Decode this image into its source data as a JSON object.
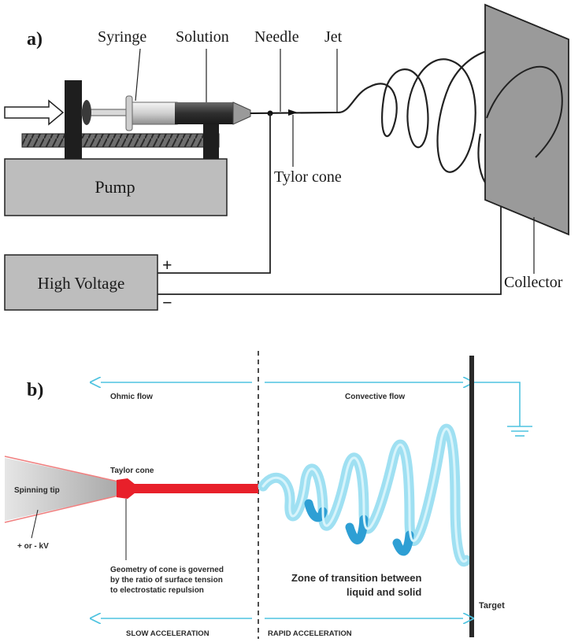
{
  "panel_a": {
    "label": "a)",
    "labels": {
      "syringe": "Syringe",
      "solution": "Solution",
      "needle": "Needle",
      "jet": "Jet",
      "tylor_cone": "Tylor cone",
      "pump": "Pump",
      "high_voltage": "High Voltage",
      "plus": "+",
      "minus": "−",
      "collector": "Collector"
    }
  },
  "panel_b": {
    "label": "b)",
    "labels": {
      "ohmic_flow": "Ohmic flow",
      "convective_flow": "Convective flow",
      "spinning_tip": "Spinning tip",
      "taylor_cone": "Taylor cone",
      "kv": "+ or - kV",
      "geometry_line1": "Geometry of cone is governed",
      "geometry_line2": "by the ratio of surface tension",
      "geometry_line3": "to electrostatic repulsion",
      "zone_line1": "Zone of transition between",
      "zone_line2": "liquid and solid",
      "target": "Target",
      "slow_acceleration": "SLOW ACCELERATION",
      "rapid_acceleration": "RAPID ACCELERATION"
    }
  },
  "colors": {
    "cyan_arrow": "#4fc3e0",
    "jet_red": "#e8202a",
    "cone_pink": "#f08080",
    "spiral_light": "#9fe0f2",
    "spiral_dark": "#2e9fd4",
    "collector_gray": "#9a9a9a",
    "pump_gray": "#bdbdbd"
  }
}
